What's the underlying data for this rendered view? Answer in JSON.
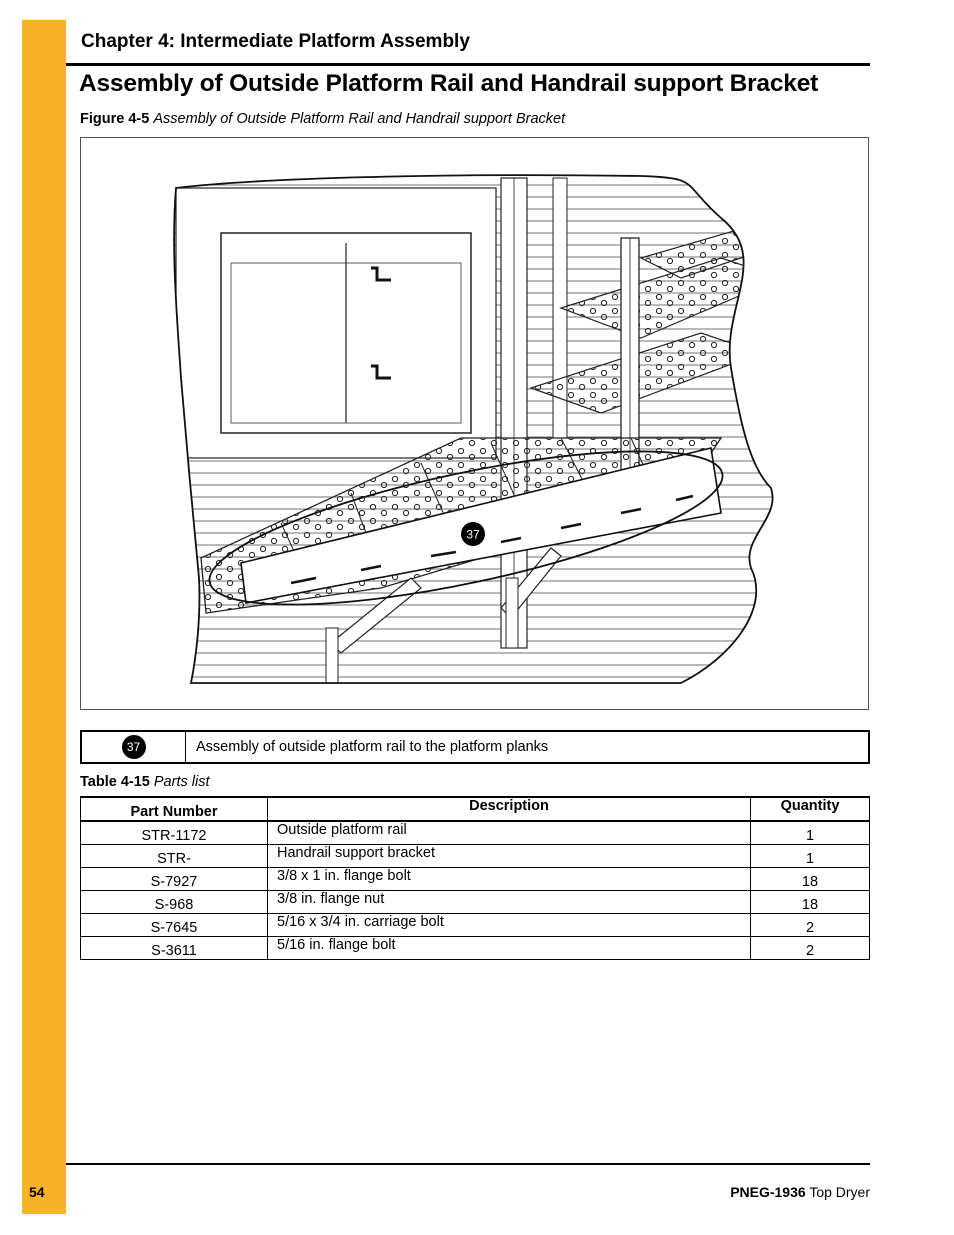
{
  "header": {
    "chapter": "Chapter 4: Intermediate Platform Assembly",
    "section_title": "Assembly of Outside Platform Rail and Handrail support Bracket"
  },
  "figure": {
    "label": "Figure 4-5",
    "caption": "Assembly of Outside Platform Rail and Handrail support Bracket",
    "callout": "37"
  },
  "callout_table": {
    "number": "37",
    "description": "Assembly of outside platform rail to the platform planks"
  },
  "parts_table": {
    "label": "Table 4-15",
    "caption": "Parts list",
    "headers": [
      "Part Number",
      "Description",
      "Quantity"
    ],
    "rows": [
      {
        "part": "STR-1172",
        "desc": "Outside platform rail",
        "qty": "1"
      },
      {
        "part": "STR-",
        "desc": "Handrail support bracket",
        "qty": "1"
      },
      {
        "part": "S-7927",
        "desc": "3/8 x 1 in. flange bolt",
        "qty": "18"
      },
      {
        "part": "S-968",
        "desc": "3/8 in. flange nut",
        "qty": "18"
      },
      {
        "part": "S-7645",
        "desc": "5/16 x 3/4 in. carriage bolt",
        "qty": "2"
      },
      {
        "part": "S-3611",
        "desc": "5/16 in. flange bolt",
        "qty": "2"
      }
    ]
  },
  "footer": {
    "page_number": "54",
    "doc_id": "PNEG-1936",
    "doc_name": "Top Dryer"
  }
}
